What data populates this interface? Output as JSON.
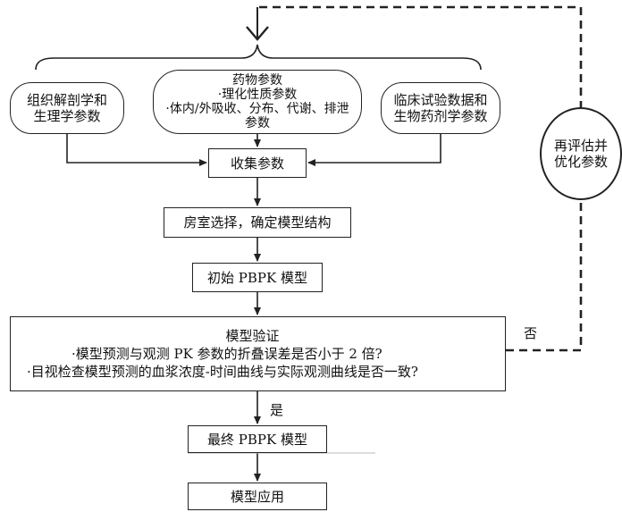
{
  "params": {
    "tissue": {
      "line1": "组织解剖学和",
      "line2": "生理学参数"
    },
    "drug": {
      "title": "药物参数",
      "item1": "·理化性质参数",
      "item2": "·体内/外吸收、分布、代谢、排泄",
      "item2b": "参数"
    },
    "clinical": {
      "line1": "临床试验数据和",
      "line2": "生物药剂学参数"
    }
  },
  "steps": {
    "collect": "收集参数",
    "compartment": "房室选择，确定模型结构",
    "initial": "初始 PBPK 模型",
    "validation": {
      "title": "模型验证",
      "q1": "·模型预测与观测 PK 参数的折叠误差是否小于 2 倍?",
      "q2": "·目视检查模型预测的血浆浓度-时间曲线与实际观测曲线是否一致?"
    },
    "final": "最终 PBPK 模型",
    "application": "模型应用"
  },
  "feedback": {
    "line1": "再评估并",
    "line2": "优化参数"
  },
  "labels": {
    "yes": "是",
    "no": "否"
  }
}
